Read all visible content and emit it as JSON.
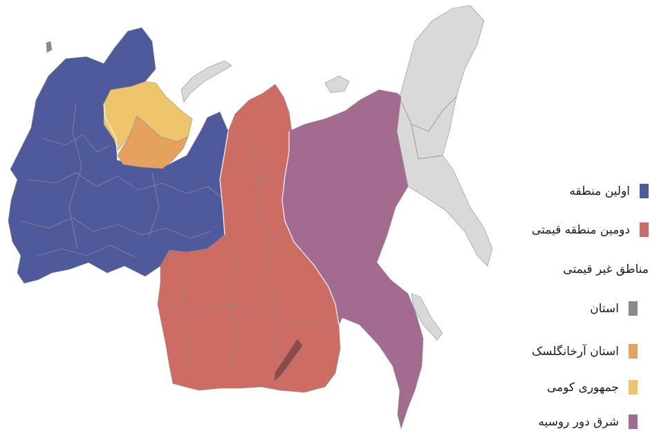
{
  "map": {
    "regions": [
      {
        "id": "first-zone",
        "fill": "#4f5a9c"
      },
      {
        "id": "second-zone",
        "fill": "#cd6c62"
      },
      {
        "id": "far-east",
        "fill": "#a46b91"
      },
      {
        "id": "arkhangelsk",
        "fill": "#e5a25e"
      },
      {
        "id": "komi",
        "fill": "#efc56b"
      },
      {
        "id": "non-price-grey",
        "fill": "#d9d9d9"
      },
      {
        "id": "small-oblast",
        "fill": "#8a8a8a"
      }
    ],
    "border_color": "#8c8c8c"
  },
  "legend": {
    "first_zone": {
      "label": "اولین منطقه",
      "color": "#4f5a9c"
    },
    "second_zone": {
      "label": "دومین منطقه قیمتی",
      "color": "#cd6c62"
    },
    "non_price_heading": "مناطق غیر قیمتی",
    "oblast": {
      "label": "استان",
      "color": "#8a8a8a"
    },
    "arkhangelsk": {
      "label": "استان آرخانگلسک",
      "color": "#e5a25e"
    },
    "komi": {
      "label": "جمهوری کومی",
      "color": "#efc56b"
    },
    "far_east": {
      "label": "شرق دور روسیه",
      "color": "#a46b91"
    }
  }
}
